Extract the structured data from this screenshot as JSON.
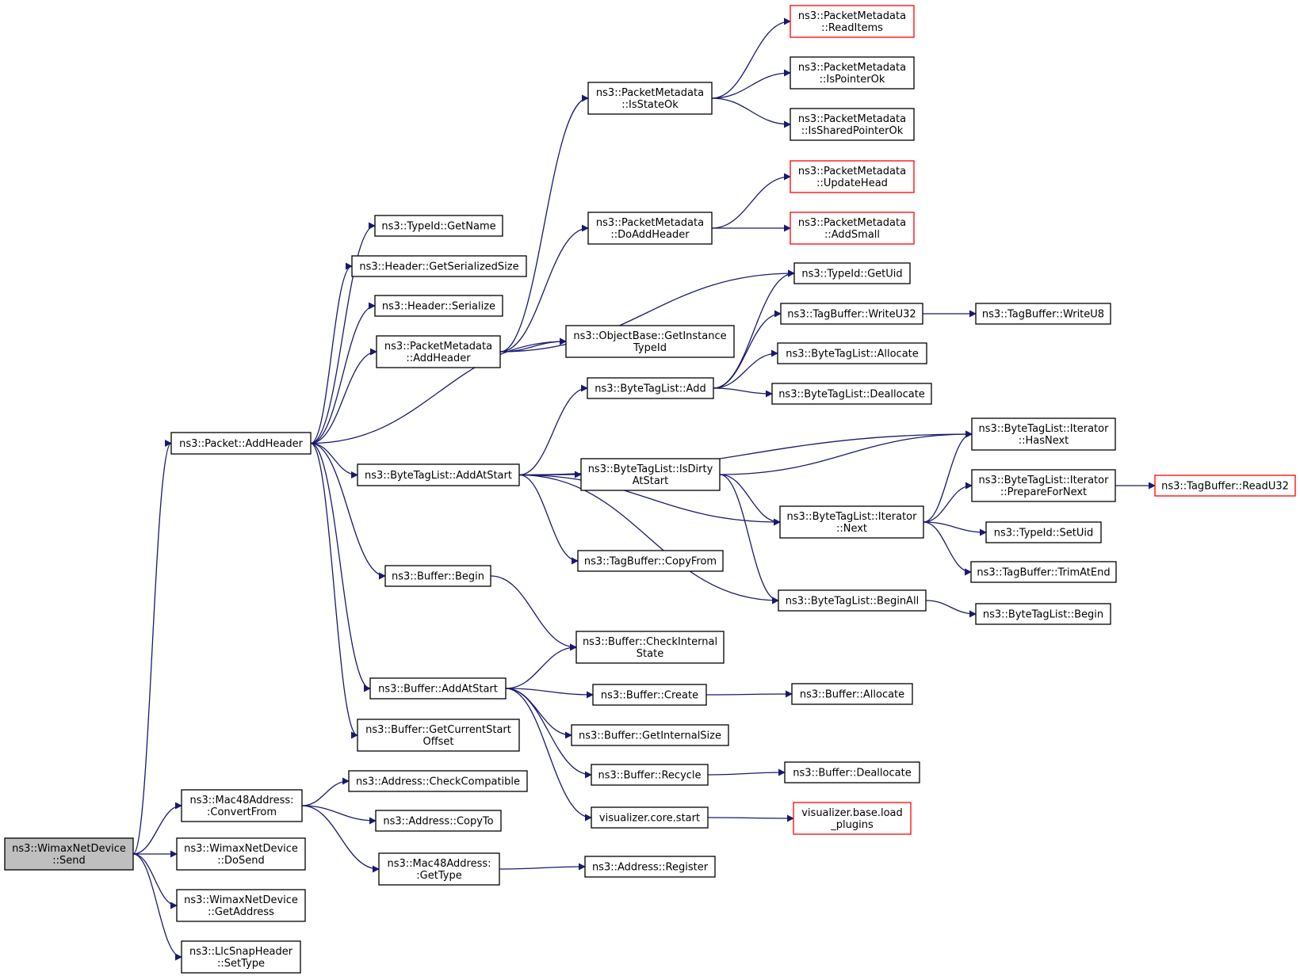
{
  "colors": {
    "edge": "#191970",
    "box_border": "#000000",
    "truncated_border": "#ff0000",
    "root_fill": "#bfbfbf",
    "background": "#ffffff"
  },
  "nodes": [
    {
      "id": "wimax_send",
      "lines": [
        "ns3::WimaxNetDevice",
        "::Send"
      ],
      "root": true
    },
    {
      "id": "packet_addheader",
      "lines": [
        "ns3::Packet::AddHeader"
      ]
    },
    {
      "id": "mac48_convertfrom",
      "lines": [
        "ns3::Mac48Address:",
        ":ConvertFrom"
      ]
    },
    {
      "id": "wimax_dosend",
      "lines": [
        "ns3::WimaxNetDevice",
        "::DoSend"
      ]
    },
    {
      "id": "wimax_getaddress",
      "lines": [
        "ns3::WimaxNetDevice",
        "::GetAddress"
      ]
    },
    {
      "id": "llcsnap_settype",
      "lines": [
        "ns3::LlcSnapHeader",
        "::SetType"
      ]
    },
    {
      "id": "typeid_getname",
      "lines": [
        "ns3::TypeId::GetName"
      ]
    },
    {
      "id": "header_getserializedsize",
      "lines": [
        "ns3::Header::GetSerializedSize"
      ]
    },
    {
      "id": "header_serialize",
      "lines": [
        "ns3::Header::Serialize"
      ]
    },
    {
      "id": "pm_addheader",
      "lines": [
        "ns3::PacketMetadata",
        "::AddHeader"
      ]
    },
    {
      "id": "btl_addatstart",
      "lines": [
        "ns3::ByteTagList::AddAtStart"
      ]
    },
    {
      "id": "buffer_begin",
      "lines": [
        "ns3::Buffer::Begin"
      ]
    },
    {
      "id": "buffer_addatstart",
      "lines": [
        "ns3::Buffer::AddAtStart"
      ]
    },
    {
      "id": "buffer_getcurrentstartoffset",
      "lines": [
        "ns3::Buffer::GetCurrentStart",
        "Offset"
      ]
    },
    {
      "id": "address_checkcompatible",
      "lines": [
        "ns3::Address::CheckCompatible"
      ]
    },
    {
      "id": "address_copyto",
      "lines": [
        "ns3::Address::CopyTo"
      ]
    },
    {
      "id": "mac48_gettype",
      "lines": [
        "ns3::Mac48Address:",
        ":GetType"
      ]
    },
    {
      "id": "pm_isstateok",
      "lines": [
        "ns3::PacketMetadata",
        "::IsStateOk"
      ]
    },
    {
      "id": "pm_doaddheader",
      "lines": [
        "ns3::PacketMetadata",
        "::DoAddHeader"
      ]
    },
    {
      "id": "objectbase_getinstancetypeid",
      "lines": [
        "ns3::ObjectBase::GetInstance",
        "TypeId"
      ]
    },
    {
      "id": "btl_add",
      "lines": [
        "ns3::ByteTagList::Add"
      ]
    },
    {
      "id": "btl_isdirtyatstart",
      "lines": [
        "ns3::ByteTagList::IsDirty",
        "AtStart"
      ]
    },
    {
      "id": "tagbuffer_copyfrom",
      "lines": [
        "ns3::TagBuffer::CopyFrom"
      ]
    },
    {
      "id": "buffer_checkinternalstate",
      "lines": [
        "ns3::Buffer::CheckInternal",
        "State"
      ]
    },
    {
      "id": "buffer_create",
      "lines": [
        "ns3::Buffer::Create"
      ]
    },
    {
      "id": "buffer_getinternalsize",
      "lines": [
        "ns3::Buffer::GetInternalSize"
      ]
    },
    {
      "id": "buffer_recycle",
      "lines": [
        "ns3::Buffer::Recycle"
      ]
    },
    {
      "id": "visualizer_core_start",
      "lines": [
        "visualizer.core.start"
      ]
    },
    {
      "id": "address_register",
      "lines": [
        "ns3::Address::Register"
      ]
    },
    {
      "id": "pm_readitems",
      "lines": [
        "ns3::PacketMetadata",
        "::ReadItems"
      ],
      "truncated": true
    },
    {
      "id": "pm_ispointerok",
      "lines": [
        "ns3::PacketMetadata",
        "::IsPointerOk"
      ]
    },
    {
      "id": "pm_issharedpointerok",
      "lines": [
        "ns3::PacketMetadata",
        "::IsSharedPointerOk"
      ]
    },
    {
      "id": "pm_updatehead",
      "lines": [
        "ns3::PacketMetadata",
        "::UpdateHead"
      ],
      "truncated": true
    },
    {
      "id": "pm_addsmall",
      "lines": [
        "ns3::PacketMetadata",
        "::AddSmall"
      ],
      "truncated": true
    },
    {
      "id": "typeid_getuid",
      "lines": [
        "ns3::TypeId::GetUid"
      ]
    },
    {
      "id": "tagbuffer_writeu32",
      "lines": [
        "ns3::TagBuffer::WriteU32"
      ]
    },
    {
      "id": "btl_allocate",
      "lines": [
        "ns3::ByteTagList::Allocate"
      ]
    },
    {
      "id": "btl_deallocate",
      "lines": [
        "ns3::ByteTagList::Deallocate"
      ]
    },
    {
      "id": "btl_iterator_next",
      "lines": [
        "ns3::ByteTagList::Iterator",
        "::Next"
      ]
    },
    {
      "id": "btl_beginall",
      "lines": [
        "ns3::ByteTagList::BeginAll"
      ]
    },
    {
      "id": "buffer_allocate",
      "lines": [
        "ns3::Buffer::Allocate"
      ]
    },
    {
      "id": "buffer_deallocate",
      "lines": [
        "ns3::Buffer::Deallocate"
      ]
    },
    {
      "id": "visualizer_base_load_plugins",
      "lines": [
        "visualizer.base.load",
        "_plugins"
      ],
      "truncated": true
    },
    {
      "id": "tagbuffer_writeu8",
      "lines": [
        "ns3::TagBuffer::WriteU8"
      ]
    },
    {
      "id": "btl_iterator_hasnext",
      "lines": [
        "ns3::ByteTagList::Iterator",
        "::HasNext"
      ]
    },
    {
      "id": "btl_iterator_preparefornext",
      "lines": [
        "ns3::ByteTagList::Iterator",
        "::PrepareForNext"
      ]
    },
    {
      "id": "typeid_setuid",
      "lines": [
        "ns3::TypeId::SetUid"
      ]
    },
    {
      "id": "tagbuffer_trimatend",
      "lines": [
        "ns3::TagBuffer::TrimAtEnd"
      ]
    },
    {
      "id": "btl_begin",
      "lines": [
        "ns3::ByteTagList::Begin"
      ]
    },
    {
      "id": "tagbuffer_readu32",
      "lines": [
        "ns3::TagBuffer::ReadU32"
      ],
      "truncated": true
    }
  ],
  "edges": [
    [
      "wimax_send",
      "packet_addheader"
    ],
    [
      "wimax_send",
      "mac48_convertfrom"
    ],
    [
      "wimax_send",
      "wimax_dosend"
    ],
    [
      "wimax_send",
      "wimax_getaddress"
    ],
    [
      "wimax_send",
      "llcsnap_settype"
    ],
    [
      "packet_addheader",
      "typeid_getname"
    ],
    [
      "packet_addheader",
      "header_getserializedsize"
    ],
    [
      "packet_addheader",
      "header_serialize"
    ],
    [
      "packet_addheader",
      "pm_addheader"
    ],
    [
      "packet_addheader",
      "objectbase_getinstancetypeid"
    ],
    [
      "packet_addheader",
      "btl_addatstart"
    ],
    [
      "packet_addheader",
      "buffer_begin"
    ],
    [
      "packet_addheader",
      "buffer_addatstart"
    ],
    [
      "packet_addheader",
      "buffer_getcurrentstartoffset"
    ],
    [
      "mac48_convertfrom",
      "address_checkcompatible"
    ],
    [
      "mac48_convertfrom",
      "address_copyto"
    ],
    [
      "mac48_convertfrom",
      "mac48_gettype"
    ],
    [
      "mac48_gettype",
      "address_register"
    ],
    [
      "pm_addheader",
      "pm_isstateok"
    ],
    [
      "pm_addheader",
      "pm_doaddheader"
    ],
    [
      "pm_addheader",
      "objectbase_getinstancetypeid"
    ],
    [
      "pm_addheader",
      "typeid_getuid"
    ],
    [
      "pm_isstateok",
      "pm_readitems"
    ],
    [
      "pm_isstateok",
      "pm_ispointerok"
    ],
    [
      "pm_isstateok",
      "pm_issharedpointerok"
    ],
    [
      "pm_doaddheader",
      "pm_updatehead"
    ],
    [
      "pm_doaddheader",
      "pm_addsmall"
    ],
    [
      "btl_addatstart",
      "btl_add"
    ],
    [
      "btl_addatstart",
      "btl_isdirtyatstart"
    ],
    [
      "btl_addatstart",
      "tagbuffer_copyfrom"
    ],
    [
      "btl_addatstart",
      "btl_iterator_hasnext"
    ],
    [
      "btl_addatstart",
      "btl_iterator_next"
    ],
    [
      "btl_addatstart",
      "btl_beginall"
    ],
    [
      "btl_add",
      "typeid_getuid"
    ],
    [
      "btl_add",
      "tagbuffer_writeu32"
    ],
    [
      "btl_add",
      "btl_allocate"
    ],
    [
      "btl_add",
      "btl_deallocate"
    ],
    [
      "btl_isdirtyatstart",
      "btl_iterator_hasnext"
    ],
    [
      "btl_isdirtyatstart",
      "btl_iterator_next"
    ],
    [
      "btl_isdirtyatstart",
      "btl_beginall"
    ],
    [
      "btl_iterator_next",
      "btl_iterator_hasnext"
    ],
    [
      "btl_iterator_next",
      "btl_iterator_preparefornext"
    ],
    [
      "btl_iterator_next",
      "typeid_setuid"
    ],
    [
      "btl_iterator_next",
      "tagbuffer_trimatend"
    ],
    [
      "btl_iterator_preparefornext",
      "tagbuffer_readu32"
    ],
    [
      "btl_beginall",
      "btl_begin"
    ],
    [
      "tagbuffer_writeu32",
      "tagbuffer_writeu8"
    ],
    [
      "buffer_begin",
      "buffer_checkinternalstate"
    ],
    [
      "buffer_addatstart",
      "buffer_checkinternalstate"
    ],
    [
      "buffer_addatstart",
      "buffer_create"
    ],
    [
      "buffer_addatstart",
      "buffer_getinternalsize"
    ],
    [
      "buffer_addatstart",
      "buffer_recycle"
    ],
    [
      "buffer_addatstart",
      "visualizer_core_start"
    ],
    [
      "buffer_create",
      "buffer_allocate"
    ],
    [
      "buffer_recycle",
      "buffer_deallocate"
    ],
    [
      "visualizer_core_start",
      "visualizer_base_load_plugins"
    ]
  ]
}
